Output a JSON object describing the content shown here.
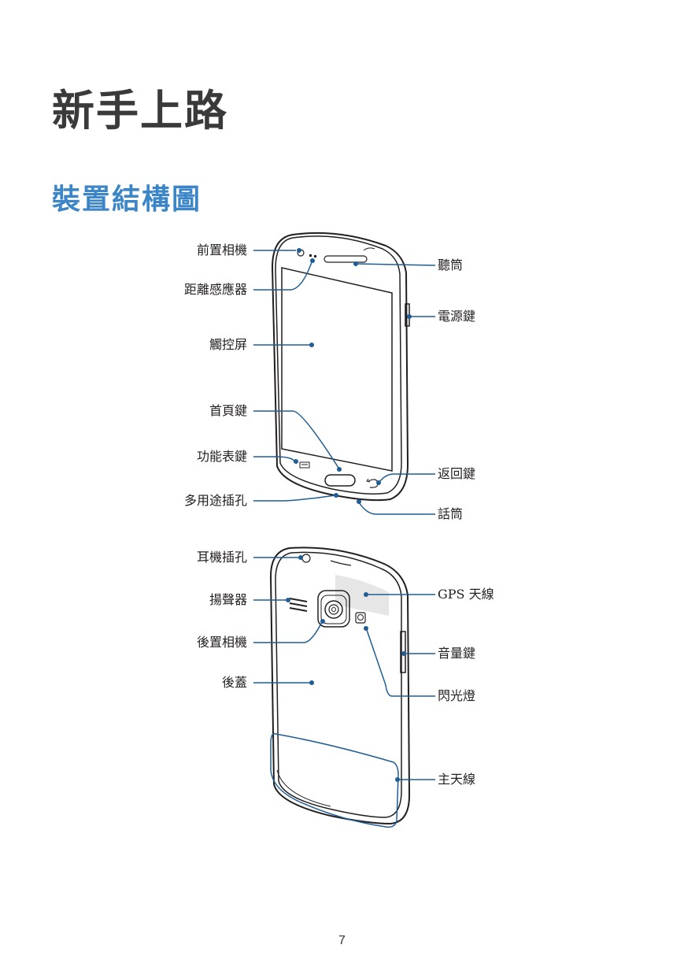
{
  "chapter_title": "新手上路",
  "section_title": "裝置結構圖",
  "front_labels": {
    "front_camera": "前置相機",
    "proximity_sensor": "距離感應器",
    "touchscreen": "觸控屏",
    "home_key": "首頁鍵",
    "menu_key": "功能表鍵",
    "multipurpose_jack": "多用途插孔",
    "earpiece": "聽筒",
    "power_key": "電源鍵",
    "back_key": "返回鍵",
    "microphone": "話筒"
  },
  "back_labels": {
    "headset_jack": "耳機插孔",
    "speaker": "揚聲器",
    "rear_camera": "後置相機",
    "back_cover": "後蓋",
    "gps_antenna": "GPS 天線",
    "volume_key": "音量鍵",
    "flash": "閃光燈",
    "main_antenna": "主天線"
  },
  "page_number": "7",
  "colors": {
    "accent": "#3c86c8",
    "leader_line": "#1f5d96",
    "device_outline": "#231f20",
    "antenna_area": "#e6e6e6"
  }
}
